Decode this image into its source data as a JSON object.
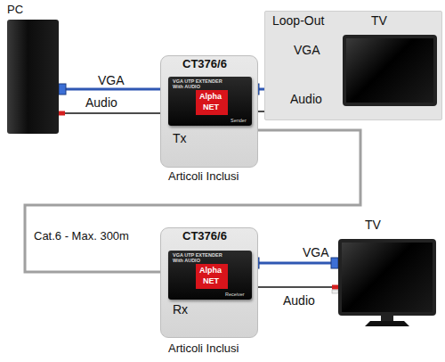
{
  "diagram": {
    "nodes": [
      {
        "text": [
          "PC"
        ]
      },
      {
        "text": [
          "CT376/6",
          "Tx",
          "Articoli Inclusi"
        ]
      },
      {
        "text": [
          "VGA UTP EXTENDER With AUDIO",
          "Alpha",
          "NET",
          "Sender"
        ],
        "in": 1
      },
      {
        "text": [
          "Loop-Out"
        ]
      },
      {
        "text": [
          "TV"
        ],
        "in": 3
      },
      {
        "text": [
          "CT376/6",
          "Rx",
          "Articoli Inclusi"
        ]
      },
      {
        "text": [
          "VGA UTP EXTENDER With AUDIO",
          "Alpha",
          "NET",
          "Receiver"
        ],
        "in": 5
      },
      {
        "text": [
          "TV"
        ]
      }
    ],
    "edges": [
      {
        "from": 0,
        "to": 2,
        "label": "VGA",
        "arrow": "none"
      },
      {
        "from": 0,
        "to": 2,
        "label": "Audio",
        "arrow": "none"
      },
      {
        "from": 2,
        "to": 4,
        "label": "VGA",
        "arrow": "none"
      },
      {
        "from": 2,
        "to": 4,
        "label": "Audio",
        "arrow": "none"
      },
      {
        "from": 2,
        "to": 6,
        "label": "Cat.6 - Max. 300m",
        "arrow": "none"
      },
      {
        "from": 6,
        "to": 7,
        "label": "VGA",
        "arrow": "none"
      },
      {
        "from": 6,
        "to": 7,
        "label": "Audio",
        "arrow": "none"
      }
    ]
  }
}
